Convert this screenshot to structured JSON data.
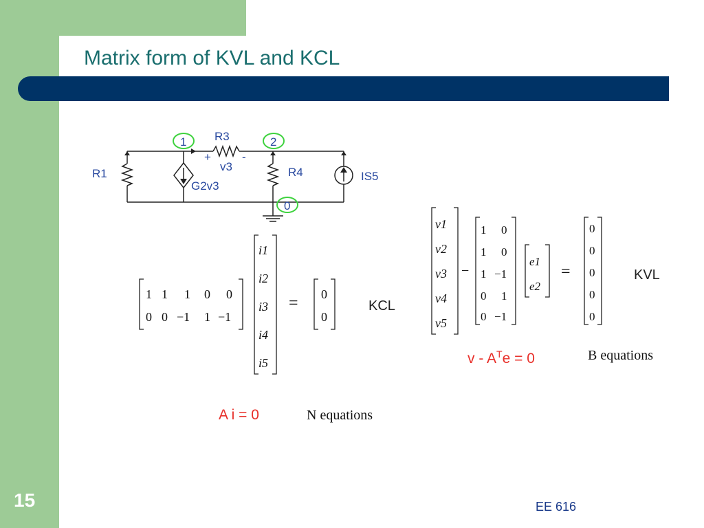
{
  "slide": {
    "title": "Matrix form of KVL and KCL",
    "page_number": "15",
    "footer": "EE 616"
  },
  "circuit": {
    "node_1": "1",
    "node_2": "2",
    "node_0": "0",
    "r3": "R3",
    "v3": "v3",
    "plus": "+",
    "minus": "-",
    "r1": "R1",
    "r4": "R4",
    "g2v3": "G2v3",
    "is5": "IS5"
  },
  "kcl": {
    "matrix_row1": [
      "1",
      "1",
      "1",
      "0",
      "0"
    ],
    "matrix_row2": [
      "0",
      "0",
      "−1",
      "1",
      "−1"
    ],
    "current_vector": [
      "i1",
      "i2",
      "i3",
      "i4",
      "i5"
    ],
    "equals": "=",
    "rhs": [
      "0",
      "0"
    ],
    "label": "KCL",
    "equation": "A i = 0",
    "caption": "N equations"
  },
  "kvl": {
    "voltage_vector": [
      "v1",
      "v2",
      "v3",
      "v4",
      "v5"
    ],
    "minus": "−",
    "at_col1": [
      "1",
      "1",
      "1",
      "0",
      "0"
    ],
    "at_col2": [
      "0",
      "0",
      "−1",
      "1",
      "−1"
    ],
    "e_vector": [
      "e1",
      "e2"
    ],
    "equals": "=",
    "rhs": [
      "0",
      "0",
      "0",
      "0",
      "0"
    ],
    "label": "KVL",
    "equation_pre": "v - A",
    "equation_sup": "T",
    "equation_post": "e = 0",
    "caption": "B equations"
  }
}
